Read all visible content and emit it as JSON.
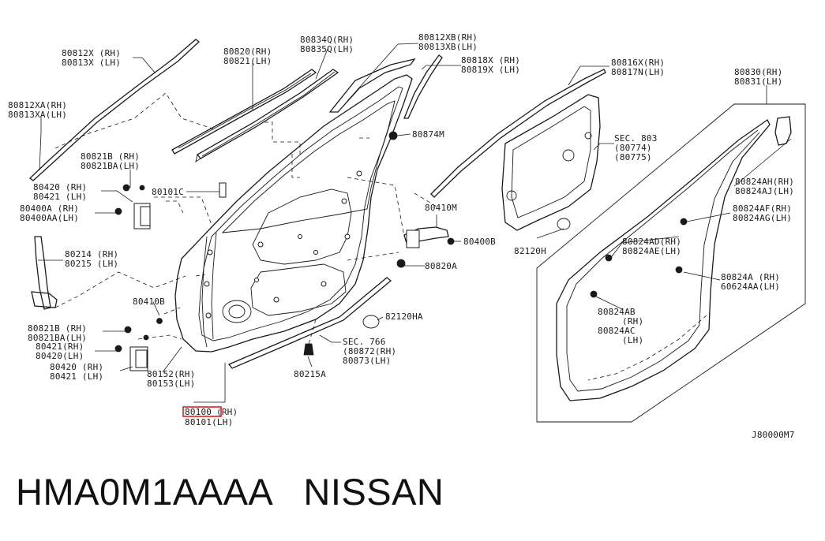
{
  "labels": {
    "p80812x": "80812X (RH)",
    "p80813x": "80813X (LH)",
    "p80812xa": "80812XA(RH)",
    "p80813xa": "80813XA(LH)",
    "p80820": "80820(RH)",
    "p80821": "80821(LH)",
    "p80834q": "80834Q(RH)",
    "p80835q": "80835Q(LH)",
    "p80812xb": "80812XB(RH)",
    "p80813xb": "80813XB(LH)",
    "p80818x": "80818X (RH)",
    "p80819x": "80819X (LH)",
    "p80816x": "80816X(RH)",
    "p80817n": "80817N(LH)",
    "p80830": "80830(RH)",
    "p80831": "80831(LH)",
    "p80874m": "80874M",
    "sec803": "SEC. 803",
    "p80774": "(80774)",
    "p80775": "(80775)",
    "p80821b_top": "80821B (RH)",
    "p80821ba_top": "80821BA(LH)",
    "p80420_top": "80420 (RH)",
    "p80421_top": "80421 (LH)",
    "p80400a": "80400A (RH)",
    "p80400aa": "80400AA(LH)",
    "p80101c": "80101C",
    "p80410m": "80410M",
    "p80400b": "80400B",
    "p80820a": "80820A",
    "p82120h": "82120H",
    "p80214": "80214 (RH)",
    "p80215": "80215 (LH)",
    "p80410b": "80410B",
    "p80821b_bot": "80821B (RH)",
    "p80821ba_bot": "80821BA(LH)",
    "p80421_rh": "80421(RH)",
    "p80420_lh": "80420(LH)",
    "p80420_bot": "80420 (RH)",
    "p80421_bot": "80421 (LH)",
    "p80152": "80152(RH)",
    "p80153": "80153(LH)",
    "p80100": "80100",
    "p80100_rh": "(RH)",
    "p80101": "80101(LH)",
    "p82120ha": "82120HA",
    "sec766": "SEC. 766",
    "p80872": "(80872(RH)",
    "p80873": " 80873(LH)",
    "p80215a": "80215A",
    "p80824ah": "80824AH(RH)",
    "p80824aj": "80824AJ(LH)",
    "p80824af": "80824AF(RH)",
    "p80824ag": "80824AG(LH)",
    "p80824ad": "80824AD(RH)",
    "p80824ae": "80824AE(LH)",
    "p80824a": "80824A (RH)",
    "p60624aa": "60624AA(LH)",
    "p80824ab": "80824AB",
    "p80824ab_rh": "(RH)",
    "p80824ac": "80824AC",
    "p80824ac_lh": "(LH)",
    "figure_code": "J80000M7"
  },
  "footer": {
    "part_number": "HMA0M1AAAA",
    "brand": "NISSAN"
  },
  "highlight": {
    "color": "#e02020",
    "part": "80100"
  }
}
